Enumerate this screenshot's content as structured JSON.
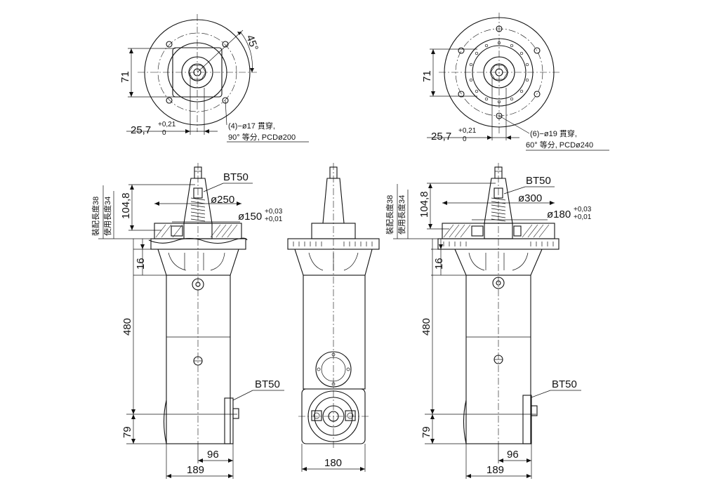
{
  "top_left": {
    "dim_71": "71",
    "dim_45": "45°",
    "dim_25_7": "25,7",
    "tol_plus": "+0,21",
    "tol_zero": "0",
    "note_line1": "(4)−ø17 貫穿,",
    "note_line2": "90° 等分, PCDø200"
  },
  "top_right": {
    "dim_71": "71",
    "dim_25_7": "25,7",
    "tol_plus": "+0,21",
    "tol_zero": "0",
    "note_line1": "(6)−ø19 貫穿,",
    "note_line2": "60° 等分, PCDø240"
  },
  "front_left": {
    "bt50_top": "BT50",
    "dia_250": "ø250",
    "dia_150": "ø150",
    "tol_150_a": "+0,03",
    "tol_150_b": "+0,01",
    "dim_104_8": "104,8",
    "label_install_len": "裝配長度38",
    "label_use_len": "使用長度34",
    "dim_16": "16",
    "dim_480": "480",
    "bt50_side": "BT50",
    "dim_79": "79",
    "dim_96": "96",
    "dim_189": "189"
  },
  "front_middle": {
    "dim_180": "180"
  },
  "front_right": {
    "bt50_top": "BT50",
    "dia_300": "ø300",
    "dia_180": "ø180",
    "tol_180_a": "+0,03",
    "tol_180_b": "+0,01",
    "dim_104_8": "104,8",
    "label_install_len": "裝配長度38",
    "label_use_len": "使用長度34",
    "dim_16": "16",
    "dim_480": "480",
    "bt50_side": "BT50",
    "dim_79": "79",
    "dim_96": "96",
    "dim_189": "189"
  }
}
